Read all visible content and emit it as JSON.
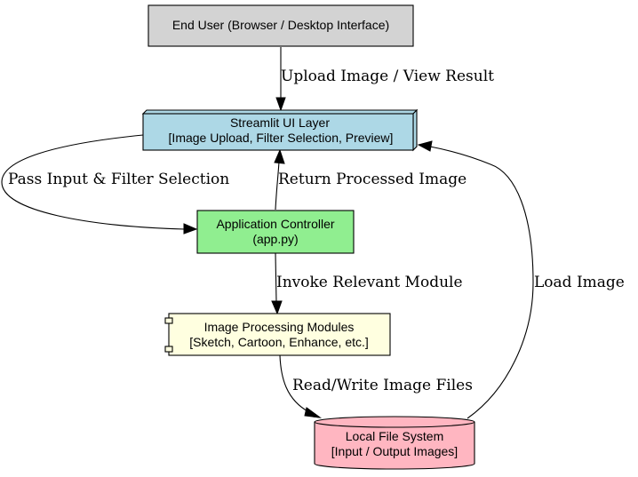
{
  "colors": {
    "end_user_fill": "#d3d3d3",
    "ui_layer_fill": "#add8e6",
    "controller_fill": "#90ee90",
    "modules_fill": "#ffffe0",
    "filesystem_fill": "#ffb6c1",
    "stroke": "#000000"
  },
  "nodes": {
    "end_user": {
      "shape": "box",
      "lines": [
        "End User (Browser / Desktop Interface)"
      ]
    },
    "ui_layer": {
      "shape": "box3d",
      "lines": [
        "Streamlit UI Layer",
        "[Image Upload, Filter Selection, Preview]"
      ]
    },
    "controller": {
      "shape": "box",
      "lines": [
        "Application Controller",
        "(app.py)"
      ]
    },
    "modules": {
      "shape": "component",
      "lines": [
        "Image Processing Modules",
        "[Sketch, Cartoon, Enhance, etc.]"
      ]
    },
    "filesystem": {
      "shape": "cylinder",
      "lines": [
        "Local File System",
        "[Input / Output Images]"
      ]
    }
  },
  "edges": {
    "upload": {
      "from": "end_user",
      "to": "ui_layer",
      "label": "Upload Image / View Result"
    },
    "pass_input": {
      "from": "ui_layer",
      "to": "controller",
      "label": "Pass Input & Filter Selection"
    },
    "return_processed": {
      "from": "controller",
      "to": "ui_layer",
      "label": "Return Processed Image"
    },
    "invoke": {
      "from": "controller",
      "to": "modules",
      "label": "Invoke Relevant Module"
    },
    "read_write": {
      "from": "modules",
      "to": "filesystem",
      "label": "Read/Write Image Files"
    },
    "load_image": {
      "from": "filesystem",
      "to": "ui_layer",
      "label": "Load Image"
    }
  }
}
